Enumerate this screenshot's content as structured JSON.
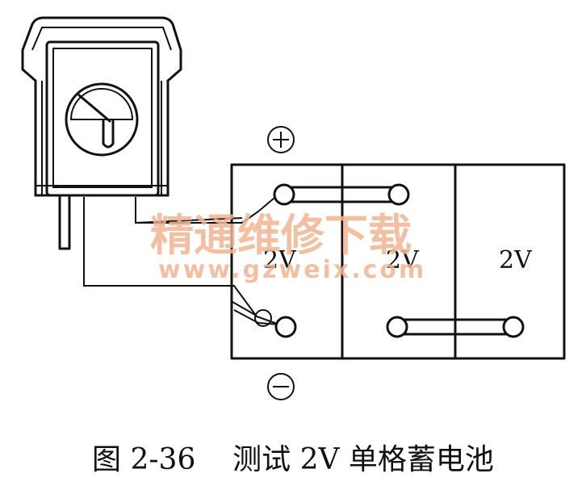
{
  "cells": [
    {
      "label": "2V"
    },
    {
      "label": "2V"
    },
    {
      "label": "2V"
    }
  ],
  "polarity": {
    "positive": "+",
    "negative": "−"
  },
  "watermark": {
    "text": "精通维修下载",
    "url": "www.gzweix.com"
  },
  "caption": "图 2-36    测试 2V 单格蓄电池"
}
